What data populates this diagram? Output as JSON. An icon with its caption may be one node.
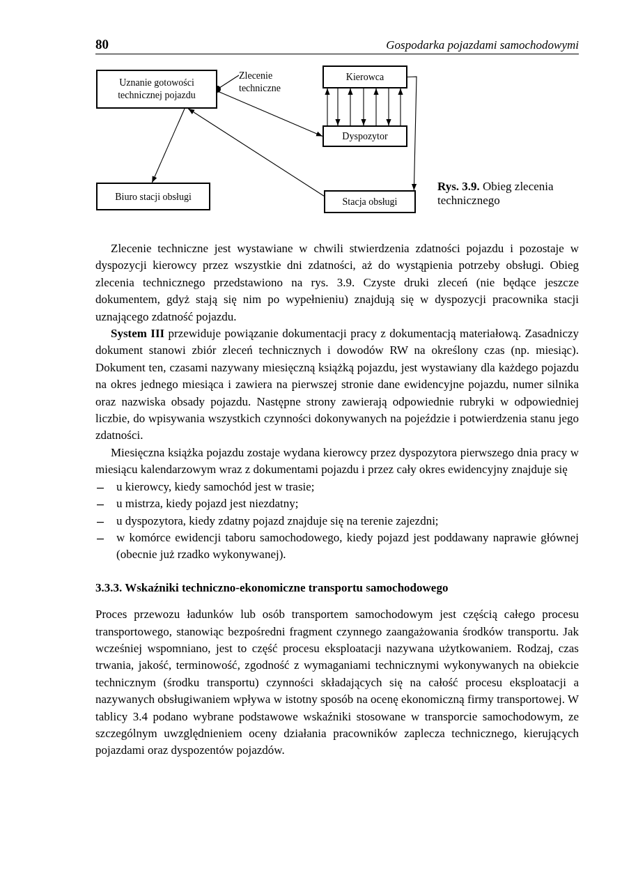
{
  "diagram": {
    "caption": "**Rys. 3.9.** Obieg zlecenia technicznego",
    "nodes": [
      {
        "text": [
          "Uznanie gotowości technicznej pojazdu"
        ]
      },
      {
        "text": [
          "Kierowca"
        ]
      },
      {
        "text": [
          "Dyspozytor"
        ]
      },
      {
        "text": [
          "Biuro stacji obsługi"
        ]
      },
      {
        "text": [
          "Stacja obsługi"
        ]
      },
      {
        "text": [
          "Zlecenie techniczne"
        ]
      }
    ],
    "edges": [
      {
        "from": 5,
        "to": 0,
        "arrow": "other"
      },
      {
        "from": 0,
        "to": 2,
        "arrow": "to"
      },
      {
        "from": 4,
        "to": 0,
        "arrow": "to"
      },
      {
        "from": 0,
        "to": 3,
        "arrow": "to"
      },
      {
        "from": 2,
        "to": 1,
        "arrow": "to"
      },
      {
        "from": 1,
        "to": 2,
        "arrow": "to"
      },
      {
        "from": 2,
        "to": 1,
        "arrow": "to"
      },
      {
        "from": 1,
        "to": 2,
        "arrow": "to"
      },
      {
        "from": 2,
        "to": 1,
        "arrow": "to"
      },
      {
        "from": 1,
        "to": 2,
        "arrow": "to"
      },
      {
        "from": 2,
        "to": 1,
        "arrow": "to"
      },
      {
        "from": 1,
        "to": 4,
        "arrow": "to"
      }
    ],
    "labels": [
      "80",
      "Gospodarka pojazdami samochodowymi",
      "Zlecenie techniczne jest wystawiane w chwili stwierdzenia zdatności pojazdu i pozostaje w dyspozycji kierowcy przez wszystkie dni zdatności, aż do wystąpienia potrzeby obsługi. Obieg zlecenia technicznego przedstawiono na rys. 3.9. Czyste druki zleceń (nie będące jeszcze dokumentem, gdyż stają się nim po wypełnieniu) znajdują się w dyspozycji pracownika stacji uznającego zdatność pojazdu.",
      "**System III** przewiduje powiązanie dokumentacji pracy z dokumentacją materiałową. Zasadniczy dokument stanowi zbiór zleceń technicznych i dowodów RW na określony czas (np. miesiąc). Dokument ten, czasami nazywany miesięczną książką pojazdu, jest wystawiany dla każdego pojazdu na okres jednego miesiąca i zawiera na pierwszej stronie dane ewidencyjne pojazdu, numer silnika oraz nazwiska obsady pojazdu. Następne strony zawierają odpowiednie rubryki w odpowiedniej liczbie, do wpisywania wszystkich czynności dokonywanych na pojeździe i potwierdzenia stanu jego zdatności.",
      "Miesięczna książka pojazdu zostaje wydana kierowcy przez dyspozytora pierwszego dnia pracy w miesiącu kalendarzowym wraz z dokumentami pojazdu i przez cały okres ewidencyjny znajduje się",
      "u kierowcy, kiedy samochód jest w trasie;",
      "u mistrza, kiedy pojazd jest niezdatny;",
      "u dyspozytora, kiedy zdatny pojazd znajduje się na terenie zajezdni;",
      "w komórce ewidencji taboru samochodowego, kiedy pojazd jest poddawany naprawie głównej (obecnie już rzadko wykonywanej).",
      "3.3.3. Wskaźniki techniczno-ekonomiczne transportu samochodowego",
      "Proces przewozu ładunków lub osób transportem samochodowym jest częścią całego procesu transportowego, stanowiąc bezpośredni fragment czynnego zaangażowania środków transportu. Jak wcześniej wspomniano, jest to część procesu eksploatacji nazywana użytkowaniem. Rodzaj, czas trwania, jakość, terminowość, zgodność z wymaganiami technicznymi wykonywanych na obiekcie technicznym (środku transportu) czynności składających się na całość procesu eksploatacji a nazywanych obsługiwaniem wpływa w istotny sposób na ocenę ekonomiczną firmy transportowej. W tablicy 3.4 podano wybrane podstawowe wskaźniki stosowane w transporcie samochodowym, ze szczególnym uwzględnieniem oceny działania pracowników zaplecza technicznego, kierujących pojazdami oraz dyspozentów pojazdów."
    ]
  }
}
